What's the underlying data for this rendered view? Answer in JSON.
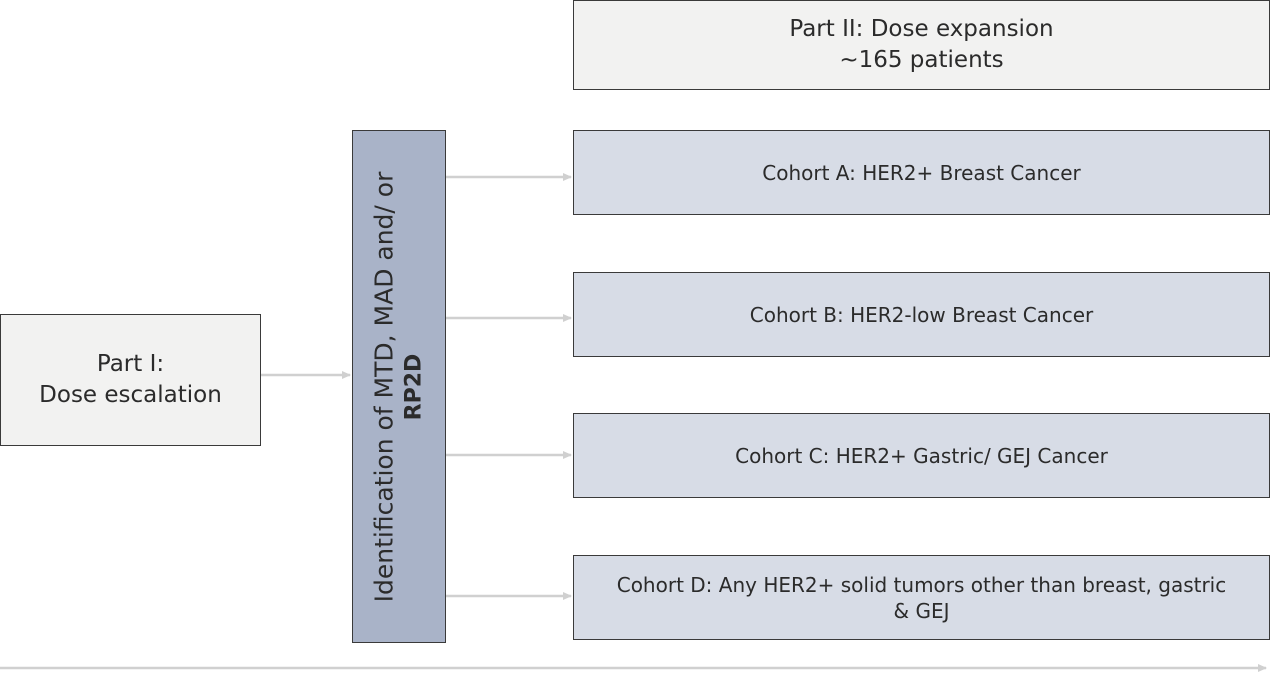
{
  "part1": {
    "line1": "Part I:",
    "line2": "Dose escalation"
  },
  "part2": {
    "line1": "Part II: Dose expansion",
    "line2": "~165 patients"
  },
  "identification": {
    "line1": "Identification of MTD, MAD and/ or",
    "line2": "RP2D"
  },
  "cohorts": [
    {
      "line1": "Cohort A: HER2+ Breast Cancer",
      "line2": ""
    },
    {
      "line1": "Cohort B: HER2-low Breast Cancer",
      "line2": ""
    },
    {
      "line1": "Cohort C: HER2+ Gastric/ GEJ Cancer",
      "line2": ""
    },
    {
      "line1": "Cohort D: Any HER2+ solid tumors other than breast, gastric",
      "line2": "& GEJ"
    }
  ],
  "colors": {
    "box_light": "#f2f2f1",
    "cohort_fill": "#d7dce6",
    "vertical_fill": "#a9b3c8",
    "arrow": "#d0d0d0",
    "border": "#3a3a3a"
  }
}
